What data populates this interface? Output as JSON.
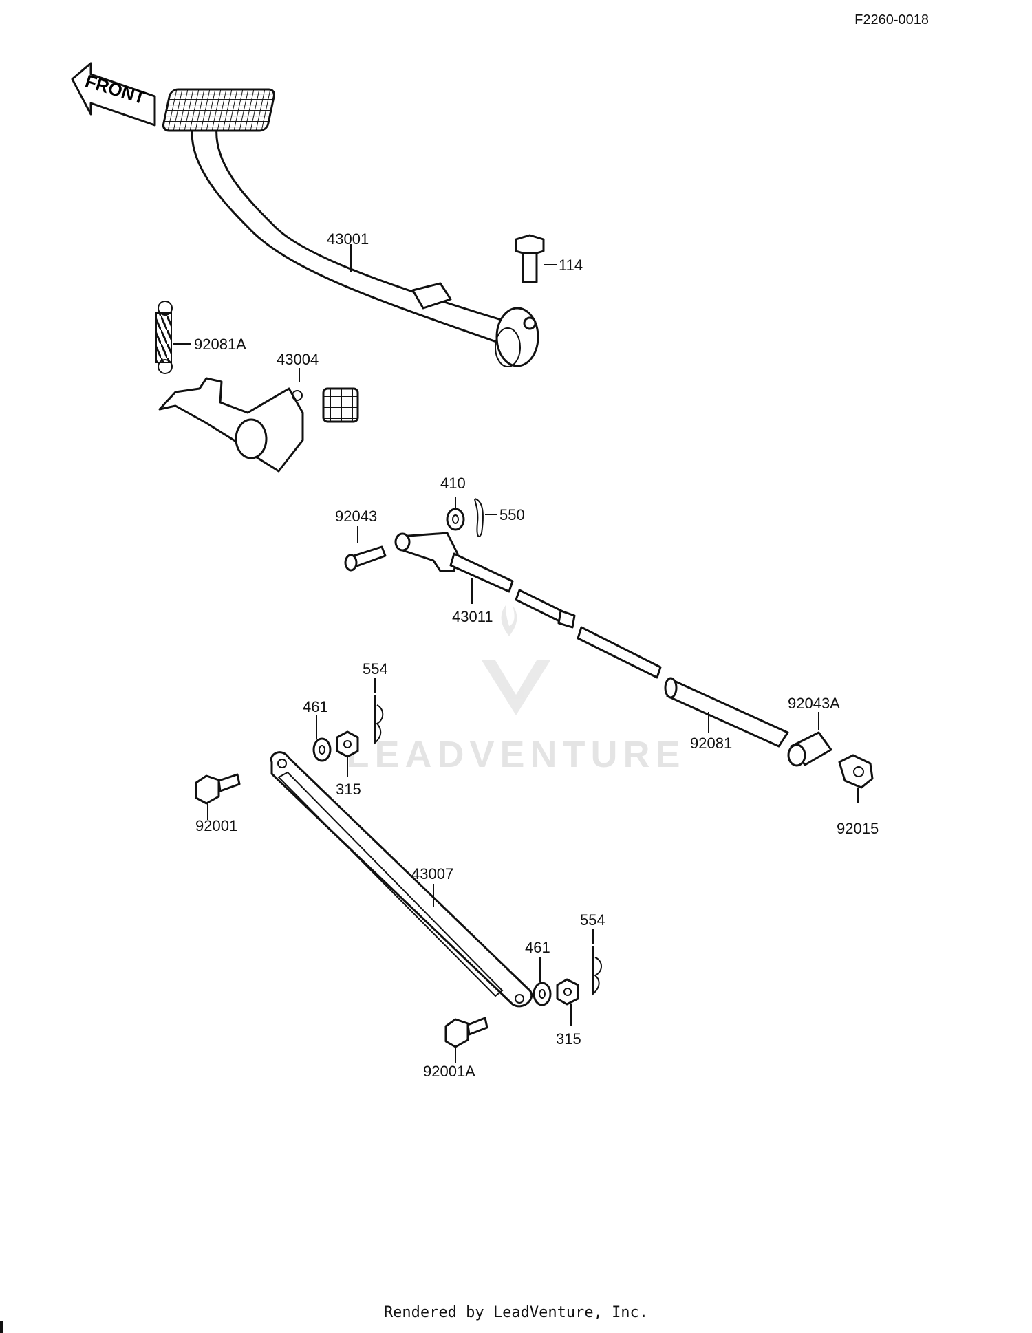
{
  "diagram_code": "F2260-0018",
  "front_arrow_text": "FRONT",
  "watermark": "LEADVENTURE",
  "footer": "Rendered by LeadVenture, Inc.",
  "labels": {
    "p43001": "43001",
    "p114": "114",
    "p92081a": "92081A",
    "p43004": "43004",
    "p410": "410",
    "p550": "550",
    "p92043": "92043",
    "p43011": "43011",
    "p554a": "554",
    "p461a": "461",
    "p315a": "315",
    "p92043a": "92043A",
    "p92081": "92081",
    "p92001": "92001",
    "p92015": "92015",
    "p43007": "43007",
    "p554b": "554",
    "p461b": "461",
    "p315b": "315",
    "p92001a": "92001A"
  }
}
